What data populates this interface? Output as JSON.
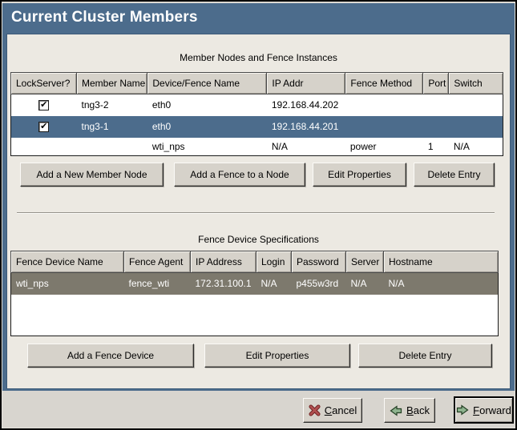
{
  "window": {
    "title": "Current Cluster Members"
  },
  "colors": {
    "frame_blue": "#4c6c8c",
    "panel_bg": "#ece9e2",
    "selected_row_blue": "#4c6c8c",
    "selected_row_gray": "#7d796d",
    "button_face": "#d6d2ca"
  },
  "members_section": {
    "caption": "Member Nodes and Fence Instances",
    "columns": [
      "LockServer?",
      "Member Name",
      "Device/Fence Name",
      "IP Addr",
      "Fence Method",
      "Port",
      "Switch"
    ],
    "rows": [
      {
        "lockserver": true,
        "member_name": "tng3-2",
        "device_fence_name": "eth0",
        "ip_addr": "192.168.44.202",
        "fence_method": "",
        "port": "",
        "switch": "",
        "selected": false
      },
      {
        "lockserver": true,
        "member_name": "tng3-1",
        "device_fence_name": "eth0",
        "ip_addr": "192.168.44.201",
        "fence_method": "",
        "port": "",
        "switch": "",
        "selected": true
      },
      {
        "member_name": "",
        "device_fence_name": "wti_nps",
        "ip_addr": "N/A",
        "fence_method": "power",
        "port": "1",
        "switch": "N/A",
        "selected": false
      }
    ],
    "buttons": [
      "Add a New Member Node",
      "Add a Fence to a Node",
      "Edit Properties",
      "Delete Entry"
    ]
  },
  "fence_section": {
    "caption": "Fence Device Specifications",
    "columns": [
      "Fence Device Name",
      "Fence Agent",
      "IP Address",
      "Login",
      "Password",
      "Server",
      "Hostname"
    ],
    "rows": [
      {
        "fence_device_name": "wti_nps",
        "fence_agent": "fence_wti",
        "ip_address": "172.31.100.1",
        "login": "N/A",
        "password": "p455w3rd",
        "server": "N/A",
        "hostname": "N/A",
        "selected": true
      }
    ],
    "buttons": [
      "Add a Fence Device",
      "Edit Properties",
      "Delete Entry"
    ]
  },
  "footer": {
    "buttons": [
      {
        "label": "Cancel",
        "icon": "cancel-x-icon"
      },
      {
        "label": "Back",
        "icon": "arrow-left-icon"
      },
      {
        "label": "Forward",
        "icon": "arrow-right-icon",
        "default": true
      }
    ]
  }
}
